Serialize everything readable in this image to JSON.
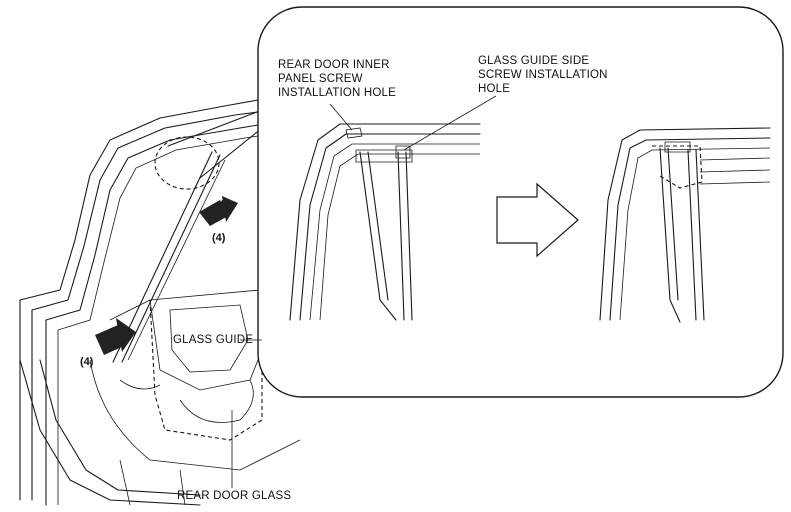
{
  "labels": {
    "inner_panel_hole": [
      "REAR DOOR INNER",
      "PANEL SCREW",
      "INSTALLATION HOLE"
    ],
    "side_screw_hole": [
      "GLASS GUIDE SIDE",
      "SCREW INSTALLATION",
      "HOLE"
    ],
    "glass_guide": "GLASS GUIDE",
    "rear_door_glass": "REAR DOOR GLASS",
    "callout_upper": "(4)",
    "callout_lower": "(4)"
  },
  "icons": {
    "step_arrow": "right-arrow-icon",
    "push_arrow": "push-direction-arrow-icon"
  }
}
